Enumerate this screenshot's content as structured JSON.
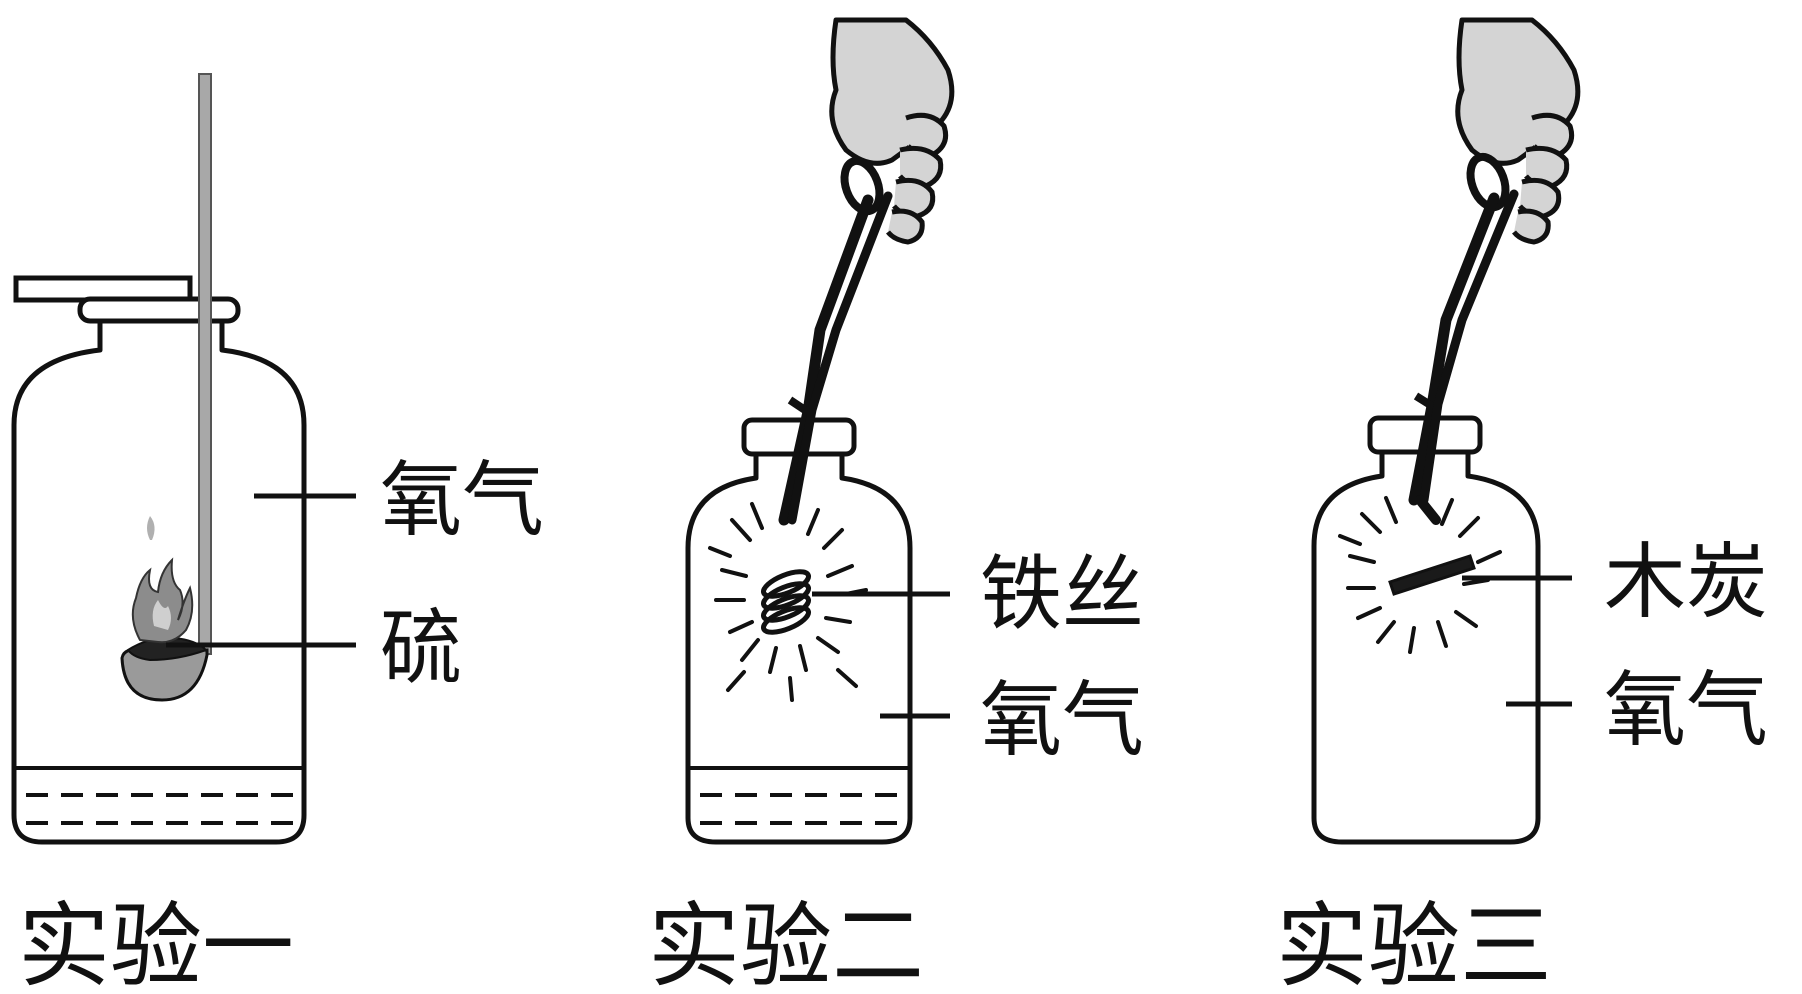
{
  "experiments": [
    {
      "caption": "实验一",
      "labels": {
        "substance": "硫",
        "gas": "氧气"
      }
    },
    {
      "caption": "实验二",
      "labels": {
        "substance": "铁丝",
        "gas": "氧气"
      }
    },
    {
      "caption": "实验三",
      "labels": {
        "substance": "木炭",
        "gas": "氧气"
      }
    }
  ],
  "colors": {
    "outline": "#111111",
    "hand_fill": "#d4d4d4",
    "rod": "#a8a8a8",
    "flame": "#8c8c8c",
    "background": "#ffffff"
  },
  "icons": [
    "hand-icon",
    "tongs-icon",
    "flame-icon",
    "spark-icon",
    "combustion-spoon-icon"
  ]
}
